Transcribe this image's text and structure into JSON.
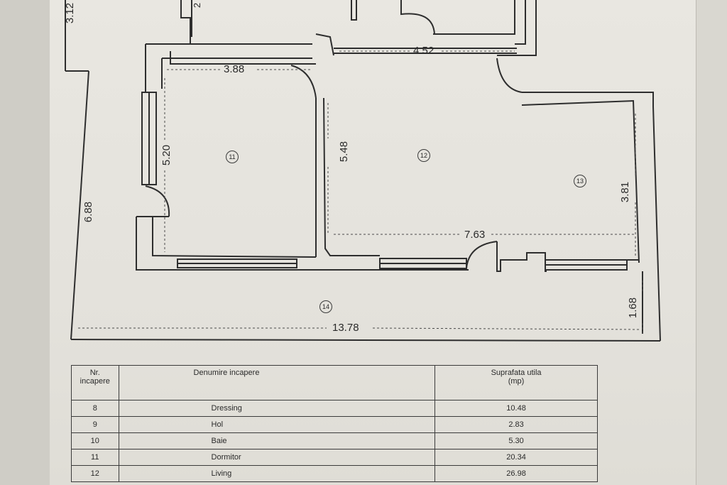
{
  "plan": {
    "dimensions": {
      "top_left": "3.12",
      "top_partial": "2",
      "hall_width": "4.52",
      "bedroom_width": "3.88",
      "bedroom_height": "5.20",
      "living_height": "5.48",
      "overall_height": "6.88",
      "right_height": "3.81",
      "living_width": "7.63",
      "balcony_height": "1.68",
      "overall_width": "13.78"
    },
    "room_labels": [
      "11",
      "12",
      "13",
      "14"
    ]
  },
  "table": {
    "headers": {
      "nr": [
        "Nr.",
        "incapere"
      ],
      "name": "Denumire incapere",
      "area": [
        "Suprafata utila",
        "(mp)"
      ]
    },
    "rows": [
      {
        "nr": "8",
        "name": "Dressing",
        "area": "10.48"
      },
      {
        "nr": "9",
        "name": "Hol",
        "area": "2.83"
      },
      {
        "nr": "10",
        "name": "Baie",
        "area": "5.30"
      },
      {
        "nr": "11",
        "name": "Dormitor",
        "area": "20.34"
      },
      {
        "nr": "12",
        "name": "Living",
        "area": "26.98"
      }
    ]
  }
}
